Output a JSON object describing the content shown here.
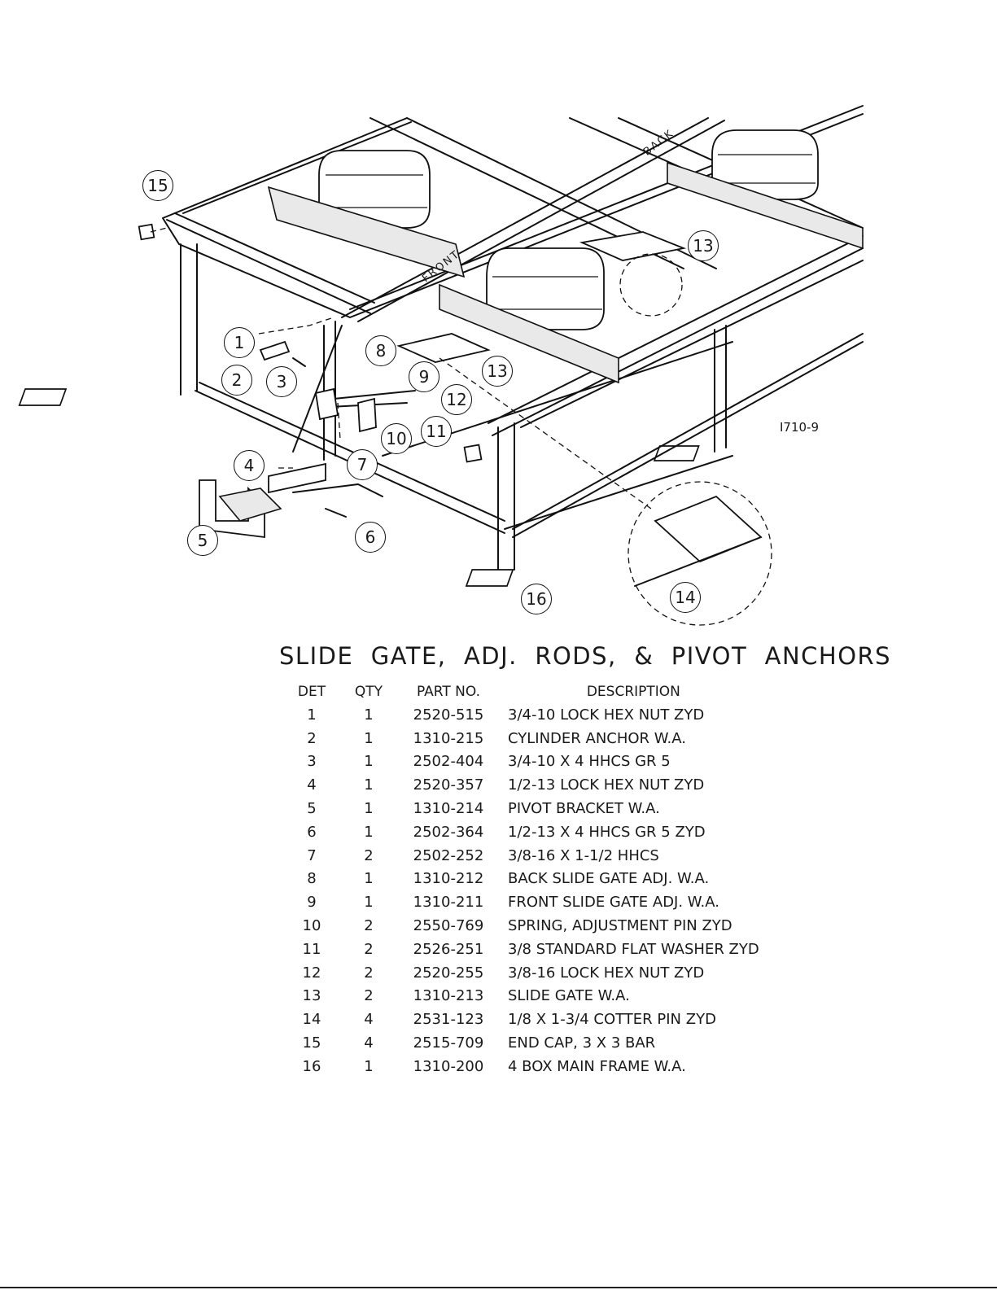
{
  "drawing": {
    "drawing_number": "I710-9",
    "frame_labels": {
      "front": "FRONT",
      "back": "BACK"
    },
    "callouts": [
      "15",
      "1",
      "2",
      "3",
      "8",
      "9",
      "13",
      "12",
      "11",
      "10",
      "7",
      "4",
      "5",
      "6",
      "16",
      "13",
      "14"
    ]
  },
  "title": "SLIDE  GATE,  ADJ.  RODS,  &  PIVOT  ANCHORS",
  "parts_table": {
    "headers": {
      "det": "DET",
      "qty": "QTY",
      "part_no": "PART NO.",
      "description": "DESCRIPTION"
    },
    "rows": [
      {
        "det": "1",
        "qty": "1",
        "part_no": "2520-515",
        "description": "3/4-10 LOCK HEX NUT ZYD"
      },
      {
        "det": "2",
        "qty": "1",
        "part_no": "1310-215",
        "description": "CYLINDER ANCHOR W.A."
      },
      {
        "det": "3",
        "qty": "1",
        "part_no": "2502-404",
        "description": "3/4-10 X 4 HHCS GR 5"
      },
      {
        "det": "4",
        "qty": "1",
        "part_no": "2520-357",
        "description": "1/2-13 LOCK HEX NUT ZYD"
      },
      {
        "det": "5",
        "qty": "1",
        "part_no": "1310-214",
        "description": "PIVOT BRACKET W.A."
      },
      {
        "det": "6",
        "qty": "1",
        "part_no": "2502-364",
        "description": "1/2-13 X 4 HHCS GR 5 ZYD"
      },
      {
        "det": "7",
        "qty": "2",
        "part_no": "2502-252",
        "description": "3/8-16 X 1-1/2 HHCS"
      },
      {
        "det": "8",
        "qty": "1",
        "part_no": "1310-212",
        "description": "BACK SLIDE GATE ADJ. W.A."
      },
      {
        "det": "9",
        "qty": "1",
        "part_no": "1310-211",
        "description": "FRONT SLIDE GATE ADJ. W.A."
      },
      {
        "det": "10",
        "qty": "2",
        "part_no": "2550-769",
        "description": "SPRING, ADJUSTMENT PIN ZYD"
      },
      {
        "det": "11",
        "qty": "2",
        "part_no": "2526-251",
        "description": "3/8 STANDARD FLAT WASHER ZYD"
      },
      {
        "det": "12",
        "qty": "2",
        "part_no": "2520-255",
        "description": "3/8-16 LOCK HEX NUT ZYD"
      },
      {
        "det": "13",
        "qty": "2",
        "part_no": "1310-213",
        "description": "SLIDE GATE W.A."
      },
      {
        "det": "14",
        "qty": "4",
        "part_no": "2531-123",
        "description": "1/8 X 1-3/4 COTTER PIN ZYD"
      },
      {
        "det": "15",
        "qty": "4",
        "part_no": "2515-709",
        "description": "END CAP, 3 X 3 BAR"
      },
      {
        "det": "16",
        "qty": "1",
        "part_no": "1310-200",
        "description": "4 BOX MAIN FRAME W.A."
      }
    ]
  }
}
